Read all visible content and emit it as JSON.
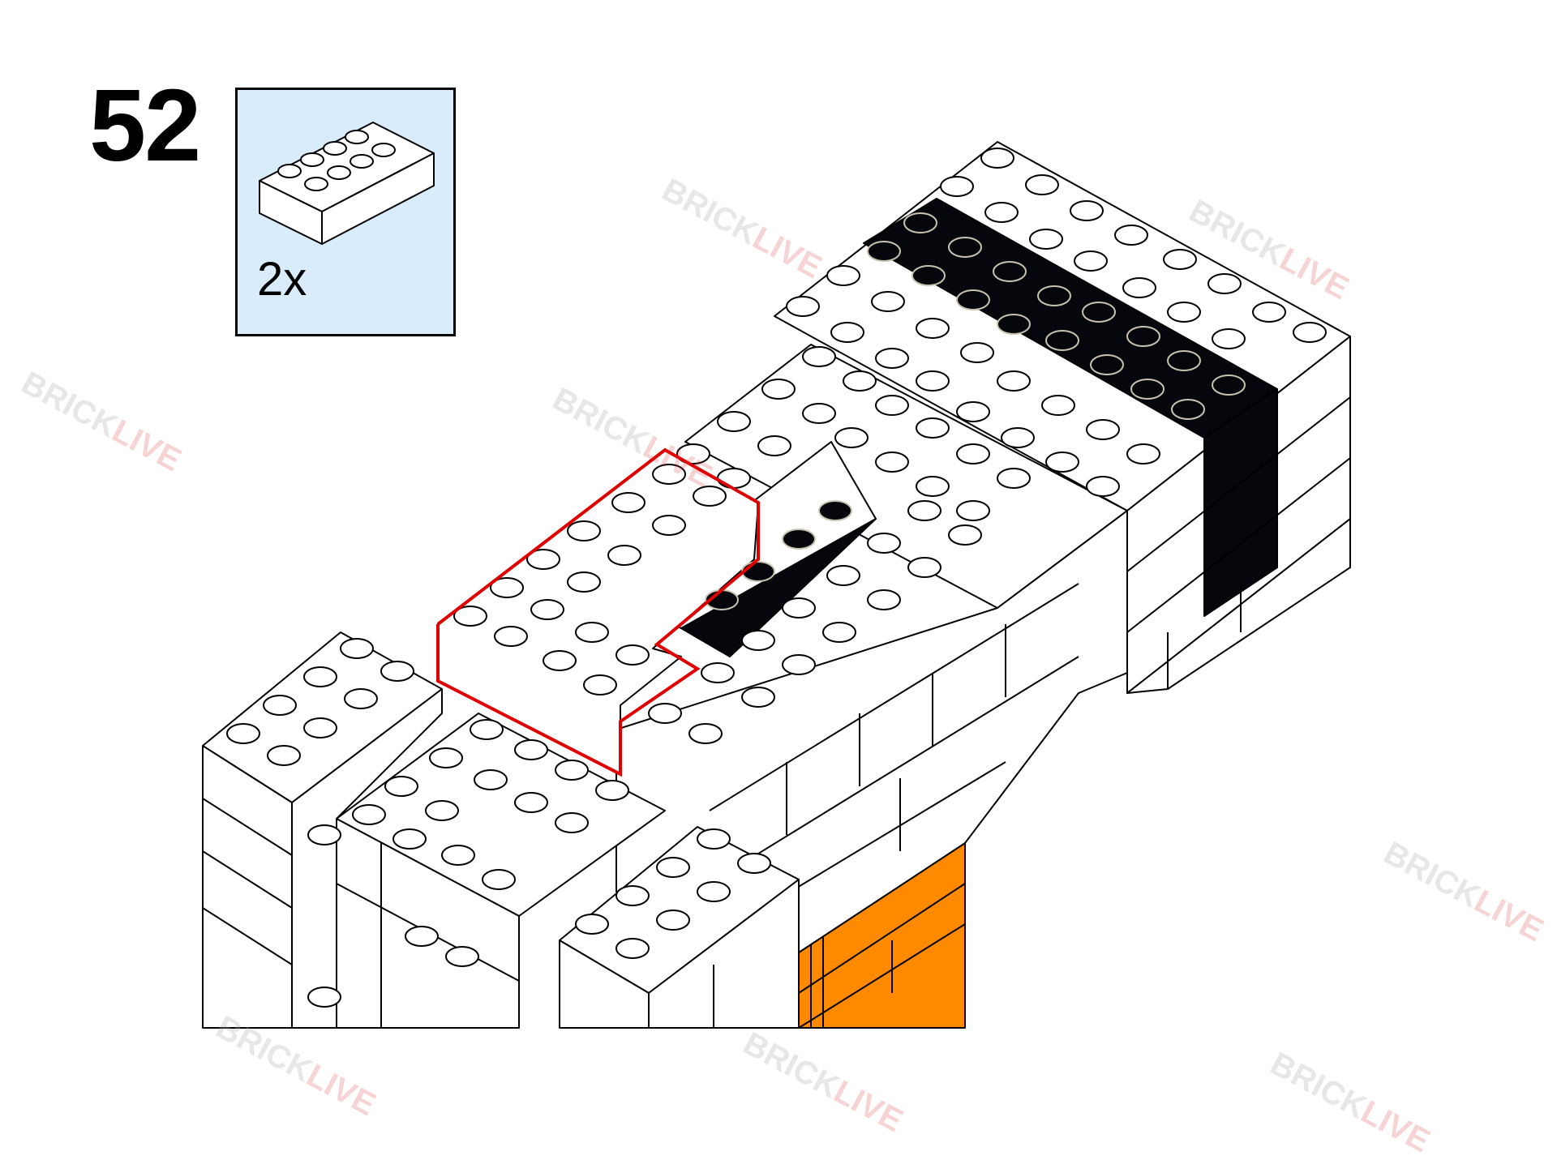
{
  "step": {
    "number": "52"
  },
  "parts_callout": {
    "quantity": "2x",
    "part_icon": "brick-2x4-white-icon",
    "background_color": "#d8ecfb"
  },
  "watermark": {
    "brand_part1": "BRICK",
    "brand_part2": "LIVE"
  },
  "colors": {
    "highlight_outline": "#e00000",
    "brick_white": "#ffffff",
    "brick_black": "#05070d",
    "brick_orange": "#ff8a00",
    "outline": "#000000"
  }
}
